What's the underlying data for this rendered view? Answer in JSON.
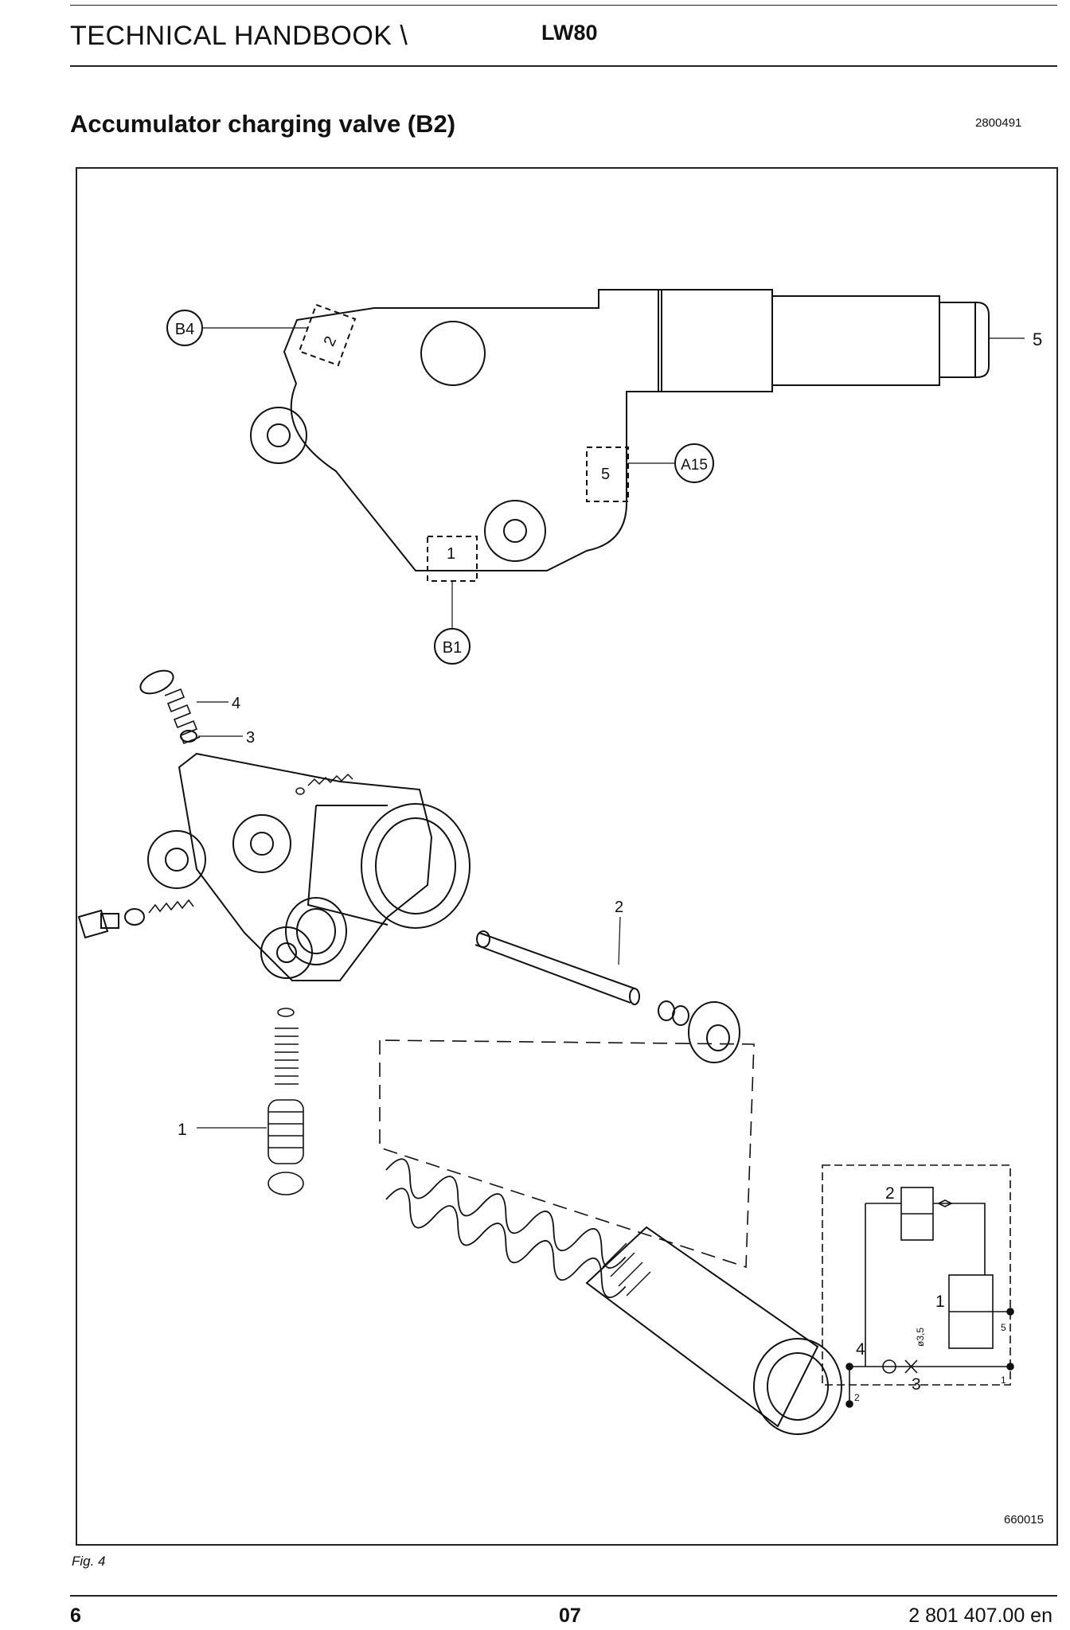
{
  "header": {
    "left": "TECHNICAL HANDBOOK \\",
    "right": "LW80"
  },
  "title": "Accumulator charging valve (B2)",
  "doc_ref": "2800491",
  "figure": {
    "id": "660015",
    "caption": "Fig. 4",
    "ports": [
      "B4",
      "A15",
      "B1"
    ],
    "housing_port_numbers": [
      "2",
      "5",
      "1"
    ],
    "callouts": [
      "5",
      "4",
      "3",
      "2",
      "1"
    ],
    "schematic": {
      "labels": [
        "2",
        "1",
        "4",
        "3"
      ],
      "orifice": "ø3,5",
      "port_numbers": [
        "5",
        "1",
        "2"
      ]
    }
  },
  "footer": {
    "page": "6",
    "chapter": "07",
    "doc_number": "2 801 407.00 en"
  }
}
